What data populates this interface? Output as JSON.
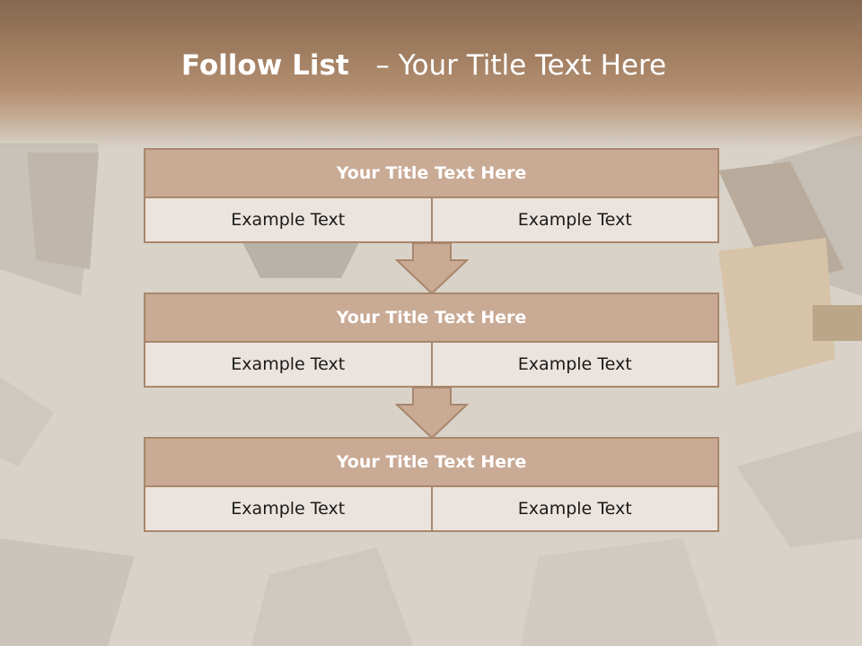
{
  "slide": {
    "title_bold": "Follow List",
    "title_rest": "– Your Title Text Here"
  },
  "blocks": [
    {
      "title": "Your Title Text Here",
      "cells": [
        "Example Text",
        "Example Text"
      ]
    },
    {
      "title": "Your Title Text Here",
      "cells": [
        "Example Text",
        "Example Text"
      ]
    },
    {
      "title": "Your Title Text Here",
      "cells": [
        "Example Text",
        "Example Text"
      ]
    }
  ],
  "colors": {
    "header": "#9c7a5e",
    "block_title_fill": "#c9aa94",
    "cell_fill": "#ebe3dd",
    "border": "#a9876c"
  },
  "icons": [
    "down-arrow-icon",
    "down-arrow-icon"
  ]
}
